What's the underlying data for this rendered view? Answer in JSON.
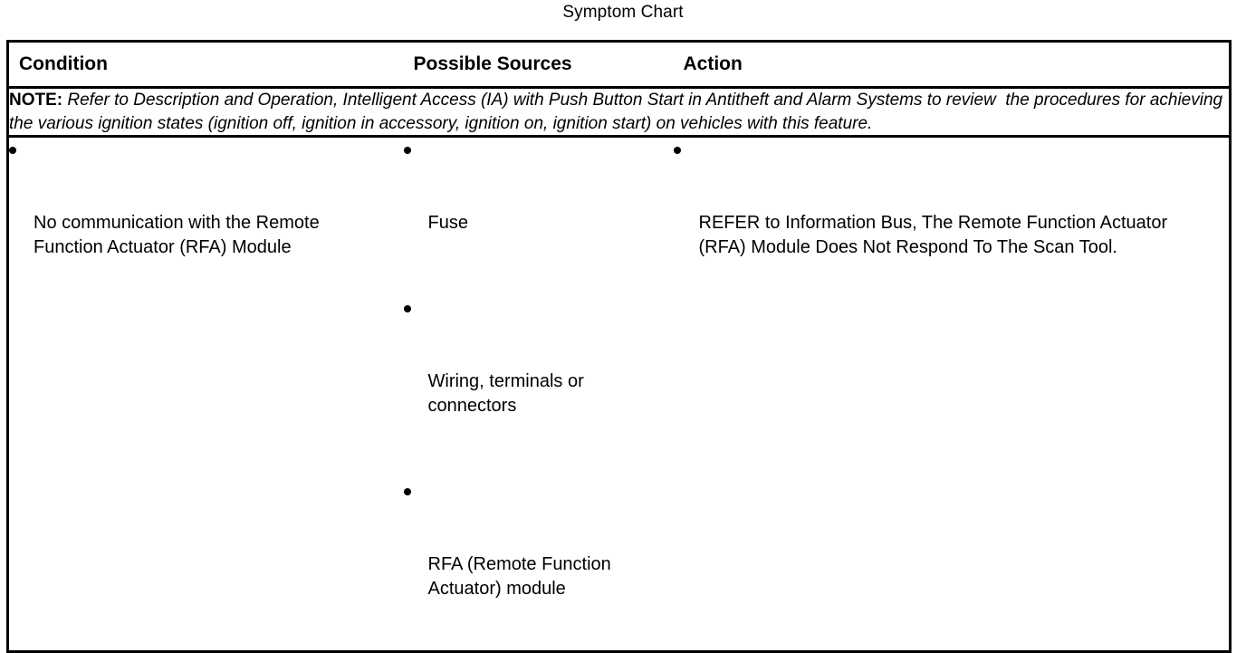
{
  "document": {
    "title": "Symptom Chart"
  },
  "table": {
    "headers": {
      "condition": "Condition",
      "possible_sources": "Possible Sources",
      "action": "Action"
    },
    "note": {
      "label": "NOTE:",
      "text": " Refer to Description and Operation, Intelligent Access (IA) with Push Button Start in Antitheft and Alarm Systems to review  the procedures for achieving the various ignition states (ignition off, ignition in accessory, ignition on, ignition start) on vehicles with this feature."
    },
    "rows": [
      {
        "condition": [
          "No communication with the Remote Function Actuator (RFA) Module"
        ],
        "possible_sources": [
          "Fuse",
          "Wiring, terminals or connectors",
          "RFA (Remote Function Actuator) module"
        ],
        "action": [
          "REFER to Information Bus, The Remote Function Actuator (RFA) Module Does Not Respond To The Scan Tool."
        ]
      }
    ]
  },
  "colors": {
    "border": "#000000",
    "text": "#000000",
    "background": "#ffffff"
  }
}
